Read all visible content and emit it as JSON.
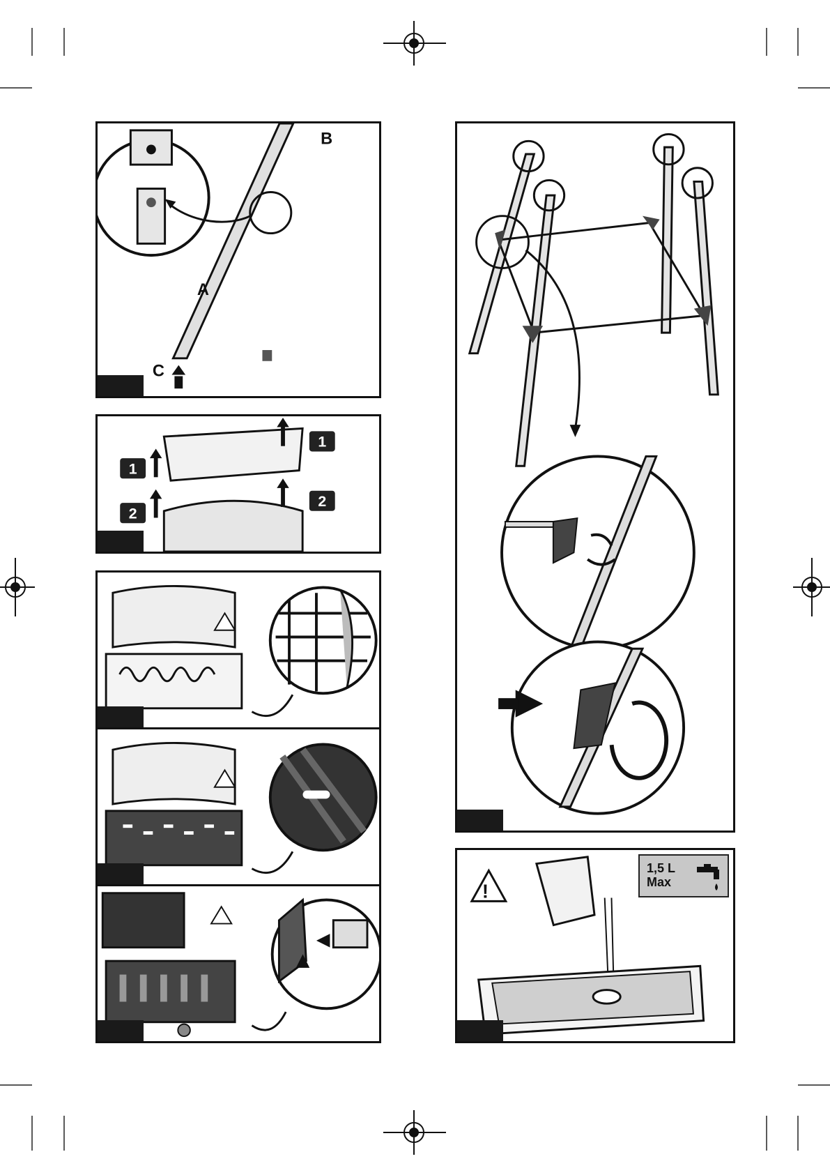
{
  "panel1": {
    "labels": {
      "a": "A",
      "b": "B",
      "c": "C"
    }
  },
  "panel2": {
    "steps": [
      "1",
      "1",
      "2",
      "2"
    ]
  },
  "panel7": {
    "capacity_line1": "1,5 L",
    "capacity_line2": "Max"
  },
  "colors": {
    "ink": "#111111",
    "tab": "#1a1a1a",
    "gray_box": "#c8c8c8"
  },
  "icons": [
    "warning-icon",
    "arrow-icon",
    "tap-icon"
  ]
}
